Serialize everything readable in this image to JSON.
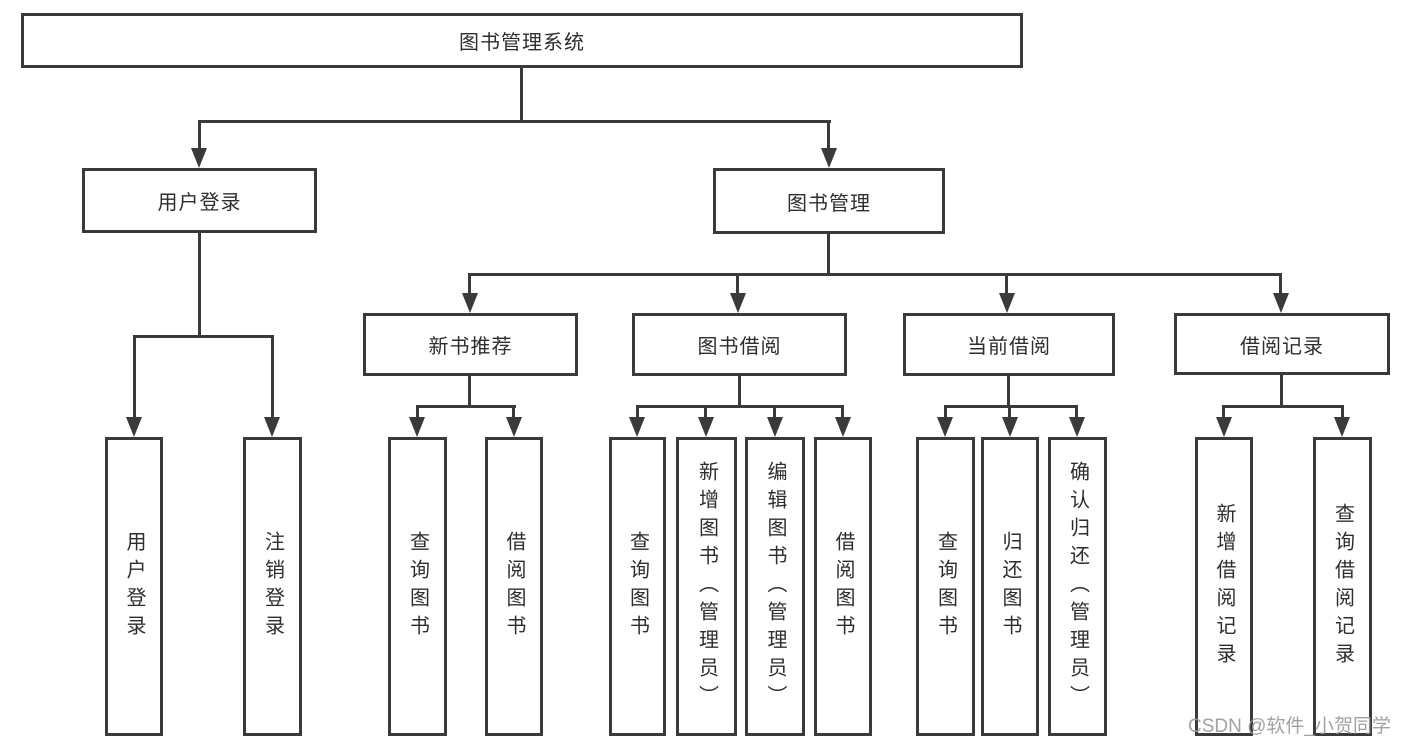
{
  "nodes": {
    "root": {
      "label": "图书管理系统"
    },
    "branches": [
      {
        "label": "用户登录"
      },
      {
        "label": "图书管理"
      }
    ],
    "modules": [
      {
        "label": "新书推荐"
      },
      {
        "label": "图书借阅"
      },
      {
        "label": "当前借阅"
      },
      {
        "label": "借阅记录"
      }
    ],
    "leaves": [
      {
        "label": "用户登录"
      },
      {
        "label": "注销登录"
      },
      {
        "label": "查询图书"
      },
      {
        "label": "借阅图书"
      },
      {
        "label": "查询图书"
      },
      {
        "label": "新增图书（管理员）"
      },
      {
        "label": "编辑图书（管理员）"
      },
      {
        "label": "借阅图书"
      },
      {
        "label": "查询图书"
      },
      {
        "label": "归还图书"
      },
      {
        "label": "确认归还（管理员）"
      },
      {
        "label": "新增借阅记录"
      },
      {
        "label": "查询借阅记录"
      }
    ]
  },
  "watermark": "CSDN @软件_小贺同学",
  "colors": {
    "line": "#3a3a3a",
    "text": "#2e2e2e",
    "watermark": "#9b9b9b",
    "background": "#ffffff"
  }
}
